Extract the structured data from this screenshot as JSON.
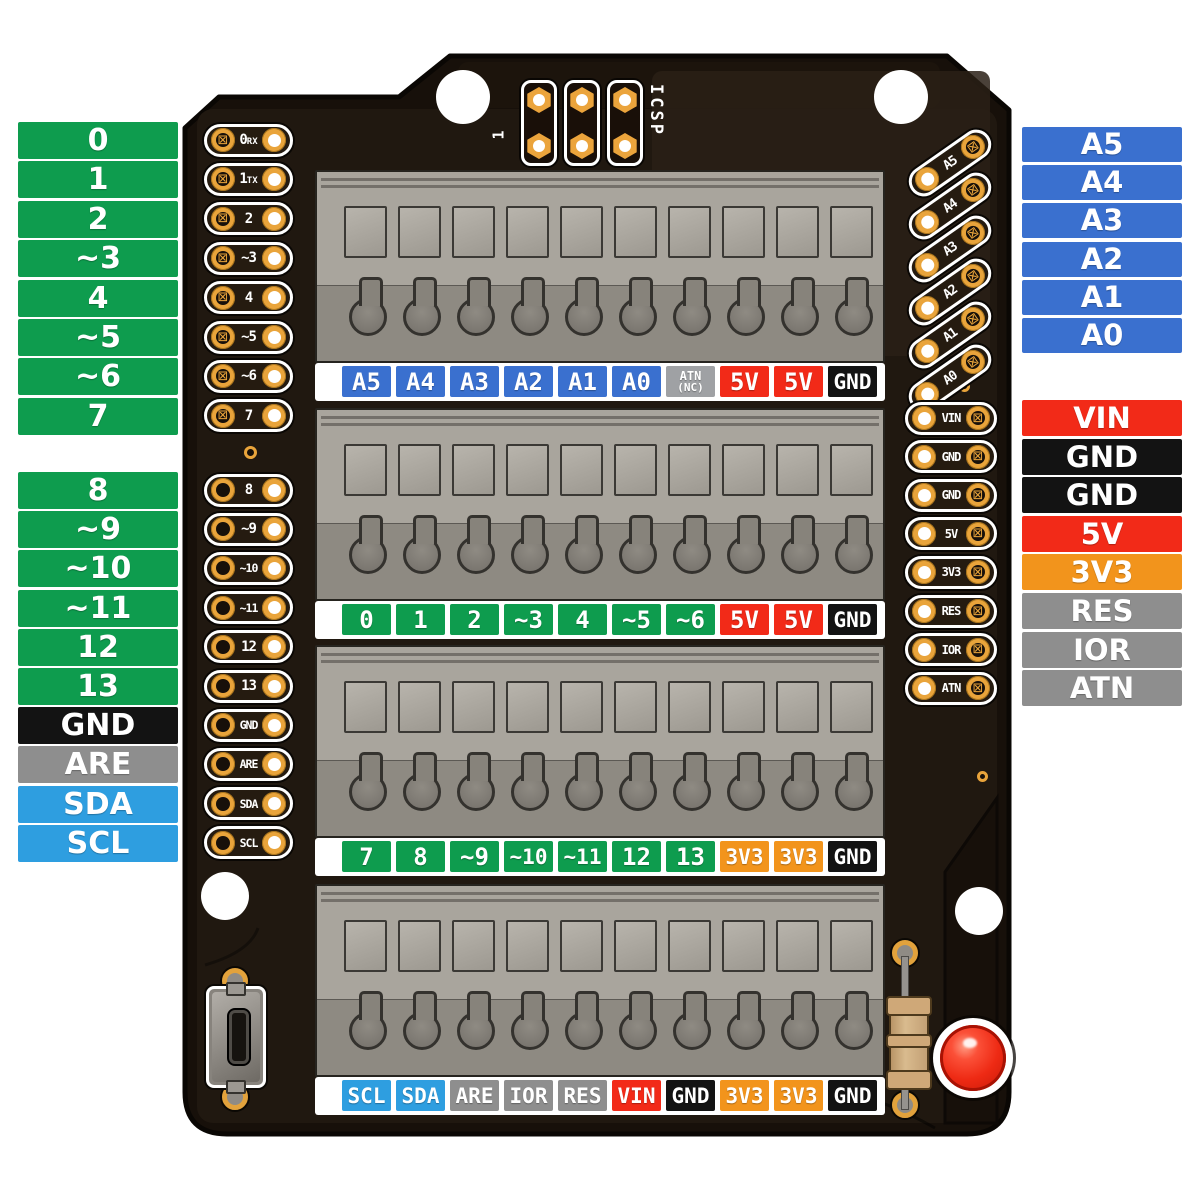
{
  "colors": {
    "green": "#0E9C4E",
    "blue": "#3A70CF",
    "lightblue": "#2E9EE0",
    "red": "#F22A18",
    "orange": "#F2941C",
    "gray": "#8E8E8E",
    "graylight": "#9FA1A4",
    "black": "#131313",
    "gold": "#E9A43B",
    "board": "#17100A",
    "terminal": "#A9A59D",
    "led": "#EE2A14"
  },
  "legends": {
    "left_top": [
      {
        "label": "0",
        "color": "green"
      },
      {
        "label": "1",
        "color": "green"
      },
      {
        "label": "2",
        "color": "green"
      },
      {
        "label": "~3",
        "color": "green"
      },
      {
        "label": "4",
        "color": "green"
      },
      {
        "label": "~5",
        "color": "green"
      },
      {
        "label": "~6",
        "color": "green"
      },
      {
        "label": "7",
        "color": "green"
      }
    ],
    "left_bottom": [
      {
        "label": "8",
        "color": "green"
      },
      {
        "label": "~9",
        "color": "green"
      },
      {
        "label": "~10",
        "color": "green"
      },
      {
        "label": "~11",
        "color": "green"
      },
      {
        "label": "12",
        "color": "green"
      },
      {
        "label": "13",
        "color": "green"
      },
      {
        "label": "GND",
        "color": "black"
      },
      {
        "label": "ARE",
        "color": "gray"
      },
      {
        "label": "SDA",
        "color": "lightblue"
      },
      {
        "label": "SCL",
        "color": "lightblue"
      }
    ],
    "right_top": [
      {
        "label": "A5",
        "color": "blue"
      },
      {
        "label": "A4",
        "color": "blue"
      },
      {
        "label": "A3",
        "color": "blue"
      },
      {
        "label": "A2",
        "color": "blue"
      },
      {
        "label": "A1",
        "color": "blue"
      },
      {
        "label": "A0",
        "color": "blue"
      }
    ],
    "right_bottom": [
      {
        "label": "VIN",
        "color": "red"
      },
      {
        "label": "GND",
        "color": "black"
      },
      {
        "label": "GND",
        "color": "black"
      },
      {
        "label": "5V",
        "color": "red"
      },
      {
        "label": "3V3",
        "color": "orange"
      },
      {
        "label": "RES",
        "color": "gray"
      },
      {
        "label": "IOR",
        "color": "gray"
      },
      {
        "label": "ATN",
        "color": "gray"
      }
    ]
  },
  "board": {
    "icsp": {
      "label": "ICSP",
      "pin1": "1"
    },
    "left_pads": [
      {
        "label": "0",
        "suffix": "RX"
      },
      {
        "label": "1",
        "suffix": "TX"
      },
      {
        "label": "2"
      },
      {
        "label": "~3"
      },
      {
        "label": "4"
      },
      {
        "label": "~5"
      },
      {
        "label": "~6"
      },
      {
        "label": "7"
      },
      {
        "label": "8"
      },
      {
        "label": "~9"
      },
      {
        "label": "~10"
      },
      {
        "label": "~11"
      },
      {
        "label": "12"
      },
      {
        "label": "13"
      },
      {
        "label": "GND"
      },
      {
        "label": "ARE"
      },
      {
        "label": "SDA"
      },
      {
        "label": "SCL"
      }
    ],
    "analog_pads": [
      {
        "label": "A5"
      },
      {
        "label": "A4"
      },
      {
        "label": "A3"
      },
      {
        "label": "A2"
      },
      {
        "label": "A1"
      },
      {
        "label": "A0"
      }
    ],
    "power_pads": [
      {
        "label": "VIN"
      },
      {
        "label": "GND"
      },
      {
        "label": "GND"
      },
      {
        "label": "5V"
      },
      {
        "label": "3V3"
      },
      {
        "label": "RES"
      },
      {
        "label": "IOR"
      },
      {
        "label": "ATN"
      }
    ],
    "terminal_strips": [
      {
        "cells": [
          {
            "label": "A5",
            "color": "blue"
          },
          {
            "label": "A4",
            "color": "blue"
          },
          {
            "label": "A3",
            "color": "blue"
          },
          {
            "label": "A2",
            "color": "blue"
          },
          {
            "label": "A1",
            "color": "blue"
          },
          {
            "label": "A0",
            "color": "blue"
          },
          {
            "label": "ATN",
            "sub": "(NC)",
            "color": "graylight"
          },
          {
            "label": "5V",
            "color": "red"
          },
          {
            "label": "5V",
            "color": "red"
          },
          {
            "label": "GND",
            "color": "black"
          }
        ]
      },
      {
        "cells": [
          {
            "label": "0",
            "color": "green"
          },
          {
            "label": "1",
            "color": "green"
          },
          {
            "label": "2",
            "color": "green"
          },
          {
            "label": "~3",
            "color": "green"
          },
          {
            "label": "4",
            "color": "green"
          },
          {
            "label": "~5",
            "color": "green"
          },
          {
            "label": "~6",
            "color": "green"
          },
          {
            "label": "5V",
            "color": "red"
          },
          {
            "label": "5V",
            "color": "red"
          },
          {
            "label": "GND",
            "color": "black"
          }
        ]
      },
      {
        "cells": [
          {
            "label": "7",
            "color": "green"
          },
          {
            "label": "8",
            "color": "green"
          },
          {
            "label": "~9",
            "color": "green"
          },
          {
            "label": "~10",
            "color": "green"
          },
          {
            "label": "~11",
            "color": "green"
          },
          {
            "label": "12",
            "color": "green"
          },
          {
            "label": "13",
            "color": "green"
          },
          {
            "label": "3V3",
            "color": "orange"
          },
          {
            "label": "3V3",
            "color": "orange"
          },
          {
            "label": "GND",
            "color": "black"
          }
        ]
      },
      {
        "cells": [
          {
            "label": "SCL",
            "color": "lightblue"
          },
          {
            "label": "SDA",
            "color": "lightblue"
          },
          {
            "label": "ARE",
            "color": "gray"
          },
          {
            "label": "IOR",
            "color": "gray"
          },
          {
            "label": "RES",
            "color": "gray"
          },
          {
            "label": "VIN",
            "color": "red"
          },
          {
            "label": "GND",
            "color": "black"
          },
          {
            "label": "3V3",
            "color": "orange"
          },
          {
            "label": "3V3",
            "color": "orange"
          },
          {
            "label": "GND",
            "color": "black"
          }
        ]
      }
    ]
  }
}
